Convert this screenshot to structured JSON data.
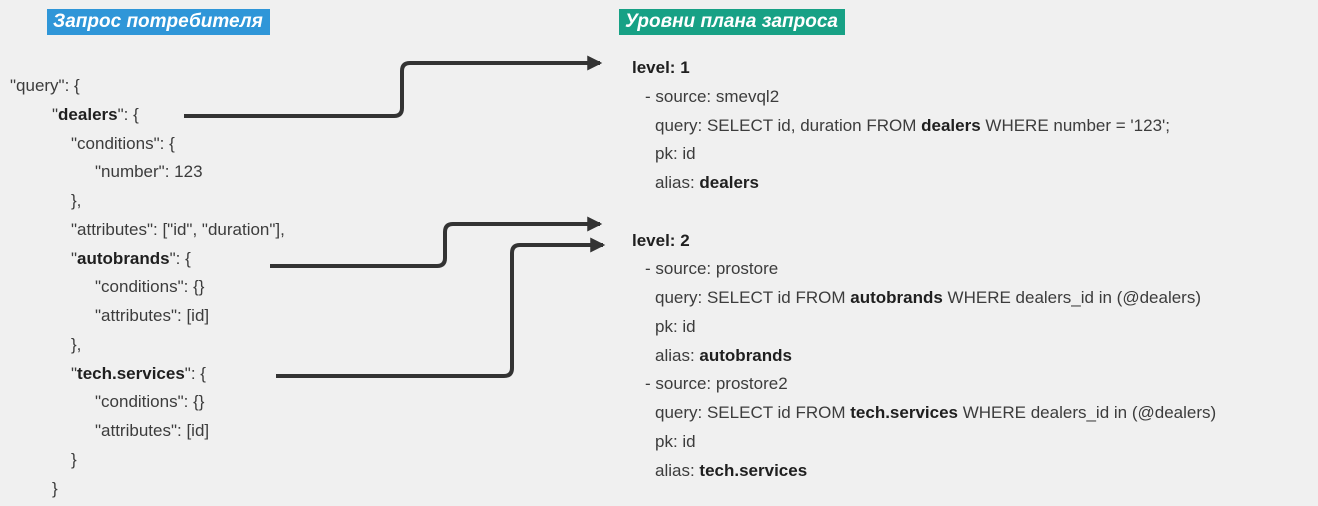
{
  "left_panel": {
    "header": "Запрос потребителя",
    "header_bg": "#2F96D8",
    "lines": [
      {
        "ind": 0,
        "seg": [
          [
            "\"query\": {",
            0
          ]
        ]
      },
      {
        "ind": 1,
        "seg": [
          [
            "\"",
            0
          ],
          [
            "dealers",
            1
          ],
          [
            "\": {",
            0
          ]
        ]
      },
      {
        "ind": 2,
        "seg": [
          [
            "\"conditions\": {",
            0
          ]
        ]
      },
      {
        "ind": 3,
        "seg": [
          [
            "\"number\": 123",
            0
          ]
        ]
      },
      {
        "ind": 2,
        "seg": [
          [
            "},",
            0
          ]
        ]
      },
      {
        "ind": 2,
        "seg": [
          [
            "\"attributes\": [\"id\", \"duration\"],",
            0
          ]
        ]
      },
      {
        "ind": 2,
        "seg": [
          [
            "\"",
            0
          ],
          [
            "autobrands",
            1
          ],
          [
            "\": {",
            0
          ]
        ]
      },
      {
        "ind": 3,
        "seg": [
          [
            "\"conditions\": {}",
            0
          ]
        ]
      },
      {
        "ind": 3,
        "seg": [
          [
            "\"attributes\": [id]",
            0
          ]
        ]
      },
      {
        "ind": 2,
        "seg": [
          [
            "},",
            0
          ]
        ]
      },
      {
        "ind": 2,
        "seg": [
          [
            "\"",
            0
          ],
          [
            "tech.services",
            1
          ],
          [
            "\": {",
            0
          ]
        ]
      },
      {
        "ind": 3,
        "seg": [
          [
            "\"conditions\": {}",
            0
          ]
        ]
      },
      {
        "ind": 3,
        "seg": [
          [
            "\"attributes\": [id]",
            0
          ]
        ]
      },
      {
        "ind": 2,
        "seg": [
          [
            "}",
            0
          ]
        ]
      },
      {
        "ind": 1,
        "seg": [
          [
            "}",
            0
          ]
        ]
      }
    ]
  },
  "right_panel": {
    "header": "Уровни плана запроса",
    "header_bg": "#17A185",
    "lines": [
      {
        "ind": 0,
        "seg": [
          [
            "level: 1",
            1
          ]
        ]
      },
      {
        "ind": 1,
        "seg": [
          [
            "- source: smevql2",
            0
          ]
        ]
      },
      {
        "ind": 2,
        "seg": [
          [
            "query: SELECT id, duration FROM ",
            0
          ],
          [
            "dealers",
            1
          ],
          [
            " WHERE number = '123';",
            0
          ]
        ]
      },
      {
        "ind": 2,
        "seg": [
          [
            "pk: id",
            0
          ]
        ]
      },
      {
        "ind": 2,
        "seg": [
          [
            "alias: ",
            0
          ],
          [
            "dealers",
            1
          ]
        ]
      },
      {
        "ind": 0,
        "seg": []
      },
      {
        "ind": 0,
        "seg": [
          [
            "level: 2",
            1
          ]
        ]
      },
      {
        "ind": 1,
        "seg": [
          [
            "- source: prostore",
            0
          ]
        ]
      },
      {
        "ind": 2,
        "seg": [
          [
            "query: SELECT id FROM ",
            0
          ],
          [
            "autobrands",
            1
          ],
          [
            " WHERE dealers_id in (@dealers)",
            0
          ]
        ]
      },
      {
        "ind": 2,
        "seg": [
          [
            "pk: id",
            0
          ]
        ]
      },
      {
        "ind": 2,
        "seg": [
          [
            "alias: ",
            0
          ],
          [
            "autobrands",
            1
          ]
        ]
      },
      {
        "ind": 1,
        "seg": [
          [
            "- source: prostore2",
            0
          ]
        ]
      },
      {
        "ind": 2,
        "seg": [
          [
            "query: SELECT id FROM ",
            0
          ],
          [
            "tech.services",
            1
          ],
          [
            " WHERE dealers_id in (@dealers)",
            0
          ]
        ]
      },
      {
        "ind": 2,
        "seg": [
          [
            "pk: id",
            0
          ]
        ]
      },
      {
        "ind": 2,
        "seg": [
          [
            "alias: ",
            0
          ],
          [
            "tech.services",
            1
          ]
        ]
      }
    ]
  },
  "arrows": [
    {
      "from": "dealers",
      "to": "level: 1"
    },
    {
      "from": "autobrands",
      "to": "level: 2"
    },
    {
      "from": "tech.services",
      "to": "level: 2"
    }
  ],
  "colors": {
    "background": "#F0F0F0",
    "text": "#3C3C3C",
    "bold_text": "#1F1F1F",
    "arrow": "#333333"
  }
}
